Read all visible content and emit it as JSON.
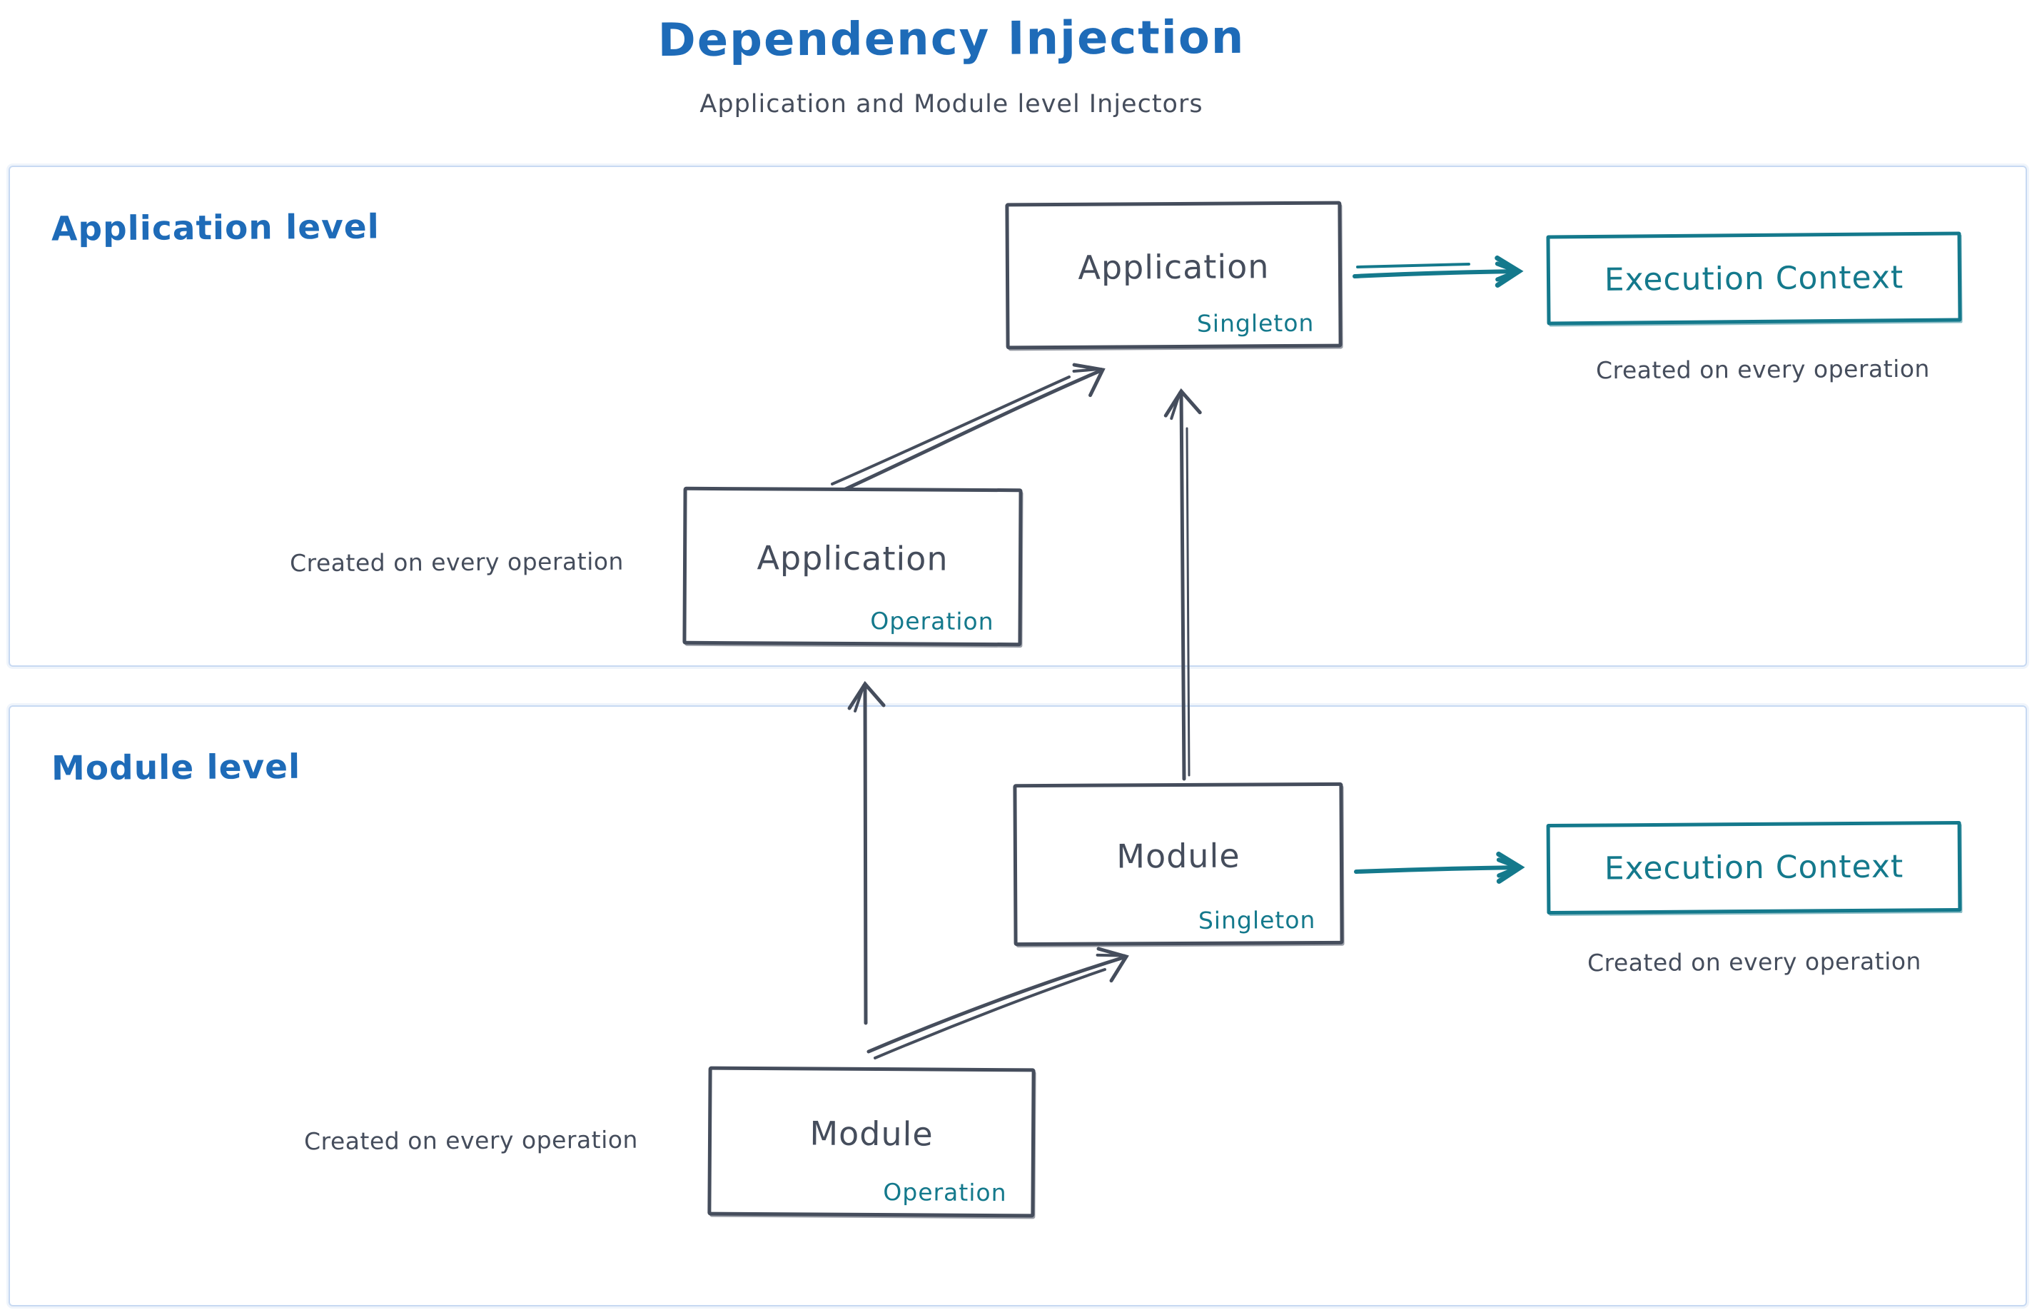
{
  "header": {
    "title": "Dependency Injection",
    "subtitle": "Application and Module level Injectors"
  },
  "colors": {
    "blue": "#1e6bb8",
    "dark": "#454d5c",
    "teal": "#14798c",
    "frame": "#c7d9f2"
  },
  "sections": {
    "application": {
      "label": "Application level",
      "nodes": {
        "singleton": {
          "title": "Application",
          "badge": "Singleton"
        },
        "operation": {
          "title": "Application",
          "badge": "Operation"
        }
      },
      "execution_context": {
        "label": "Execution Context",
        "caption": "Created on every operation"
      },
      "operation_caption": "Created on every operation"
    },
    "module": {
      "label": "Module level",
      "nodes": {
        "singleton": {
          "title": "Module",
          "badge": "Singleton"
        },
        "operation": {
          "title": "Module",
          "badge": "Operation"
        }
      },
      "execution_context": {
        "label": "Execution Context",
        "caption": "Created on every operation"
      },
      "operation_caption": "Created on every operation"
    }
  }
}
